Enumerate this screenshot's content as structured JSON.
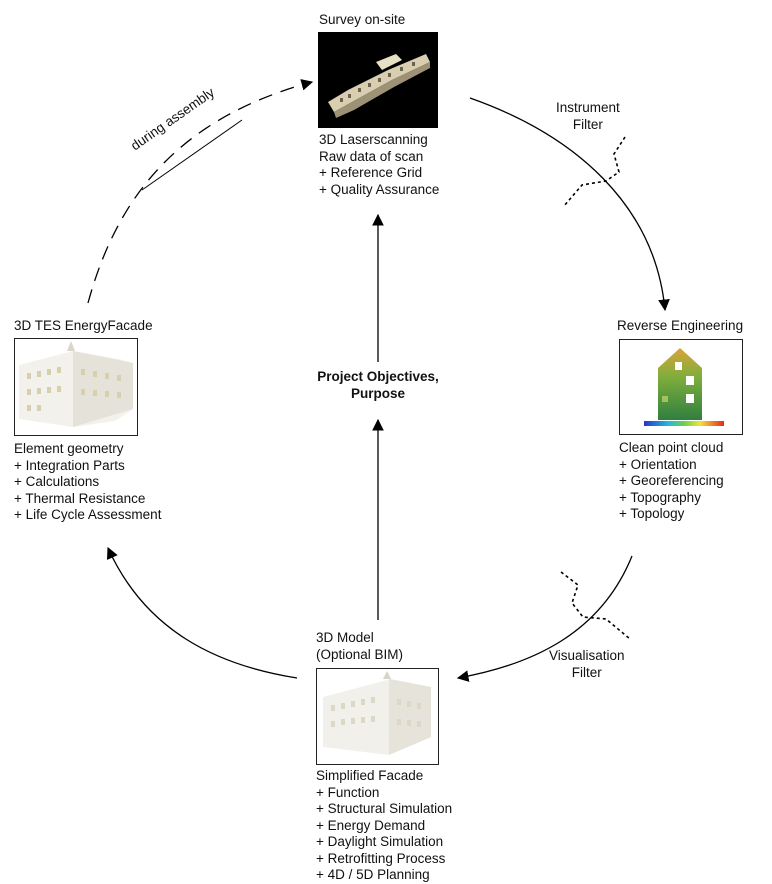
{
  "center": {
    "line1": "Project Objectives,",
    "line2": "Purpose"
  },
  "nodes": {
    "survey": {
      "title": "Survey on-site",
      "lines": [
        "3D Laserscanning",
        "Raw data of scan",
        "+ Reference Grid",
        "+ Quality Assurance"
      ]
    },
    "reverse": {
      "title": "Reverse Engineering",
      "lines": [
        "Clean point cloud",
        "+ Orientation",
        "+ Georeferencing",
        "+ Topography",
        "+ Topology"
      ]
    },
    "model": {
      "title_line1": "3D Model",
      "title_line2": "(Optional BIM)",
      "lines": [
        "Simplified Facade",
        "+ Function",
        "+ Structural Simulation",
        "+ Energy Demand",
        "+ Daylight Simulation",
        "+ Retrofitting Process",
        "+ 4D / 5D Planning"
      ]
    },
    "tes": {
      "title": "3D TES EnergyFacade",
      "lines": [
        "Element geometry",
        "+ Integration Parts",
        "+ Calculations",
        "+ Thermal Resistance",
        "+ Life Cycle Assessment"
      ]
    }
  },
  "filters": {
    "instrument": {
      "line1": "Instrument",
      "line2": "Filter"
    },
    "visualisation": {
      "line1": "Visualisation",
      "line2": "Filter"
    }
  },
  "arc_label": "during assembly",
  "colors": {
    "line": "#000000",
    "scan_bg": "#000000",
    "facade": "#ddd8c6"
  }
}
